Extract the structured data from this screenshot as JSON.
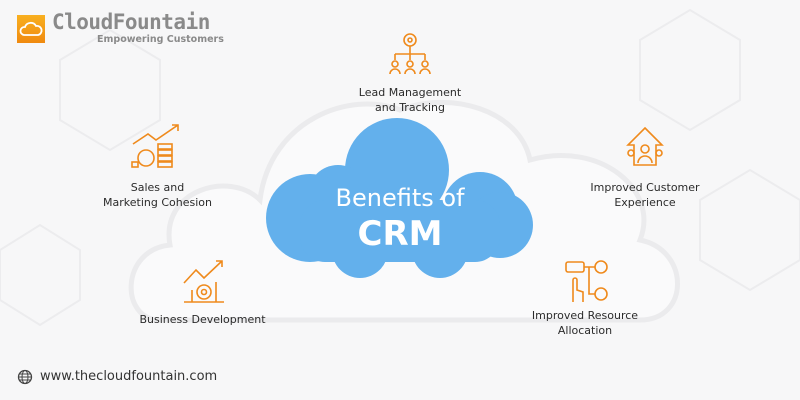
{
  "brand": {
    "name": "CloudFountain",
    "tagline": "Empowering Customers"
  },
  "center": {
    "line1": "Benefits of",
    "line2": "CRM"
  },
  "benefits": [
    {
      "icon": "network-people-icon",
      "label_lines": [
        "Lead Management",
        "and Tracking"
      ]
    },
    {
      "icon": "growth-coins-icon",
      "label_lines": [
        "Sales and",
        "Marketing Cohesion"
      ]
    },
    {
      "icon": "customer-gear-icon",
      "label_lines": [
        "Improved Customer",
        "Experience"
      ]
    },
    {
      "icon": "growth-gear-icon",
      "label_lines": [
        "Business Development"
      ]
    },
    {
      "icon": "resource-allocation-icon",
      "label_lines": [
        "Improved Resource",
        "Allocation"
      ]
    }
  ],
  "footer": {
    "url": "www.thecloudfountain.com",
    "icon": "globe-icon"
  },
  "colors": {
    "cloud": "#63b0ec",
    "accent": "#ef8a1c",
    "background": "#f7f7f8"
  }
}
